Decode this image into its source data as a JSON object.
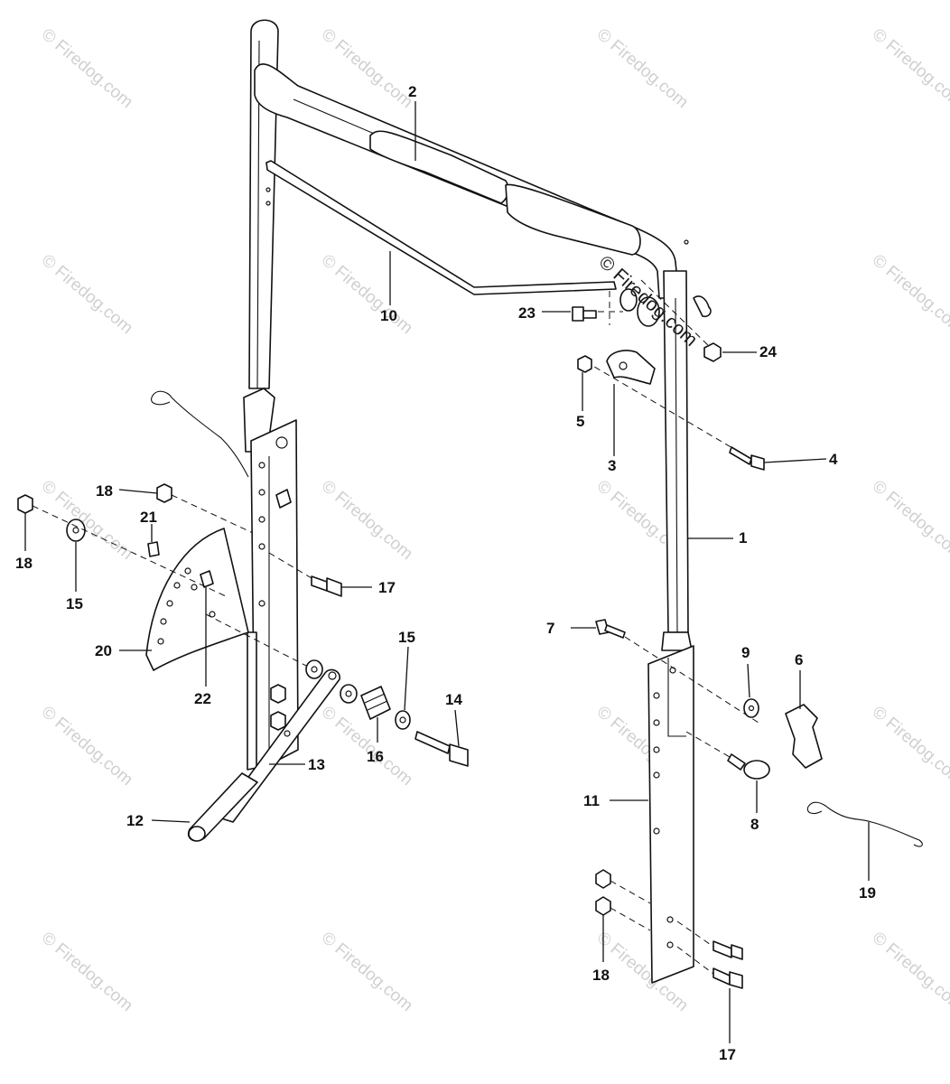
{
  "watermark": {
    "text": "© Firedog.com",
    "center_text": "© Firedog.com"
  },
  "callouts": {
    "c1": "1",
    "c2": "2",
    "c3": "3",
    "c4": "4",
    "c5": "5",
    "c6": "6",
    "c7": "7",
    "c8": "8",
    "c9": "9",
    "c10": "10",
    "c11": "11",
    "c12": "12",
    "c13": "13",
    "c14": "14",
    "c15a": "15",
    "c15b": "15",
    "c16": "16",
    "c17a": "17",
    "c17b": "17",
    "c18a": "18",
    "c18b": "18",
    "c18c": "18",
    "c19": "19",
    "c20": "20",
    "c21": "21",
    "c22": "22",
    "c23": "23",
    "c24": "24"
  }
}
